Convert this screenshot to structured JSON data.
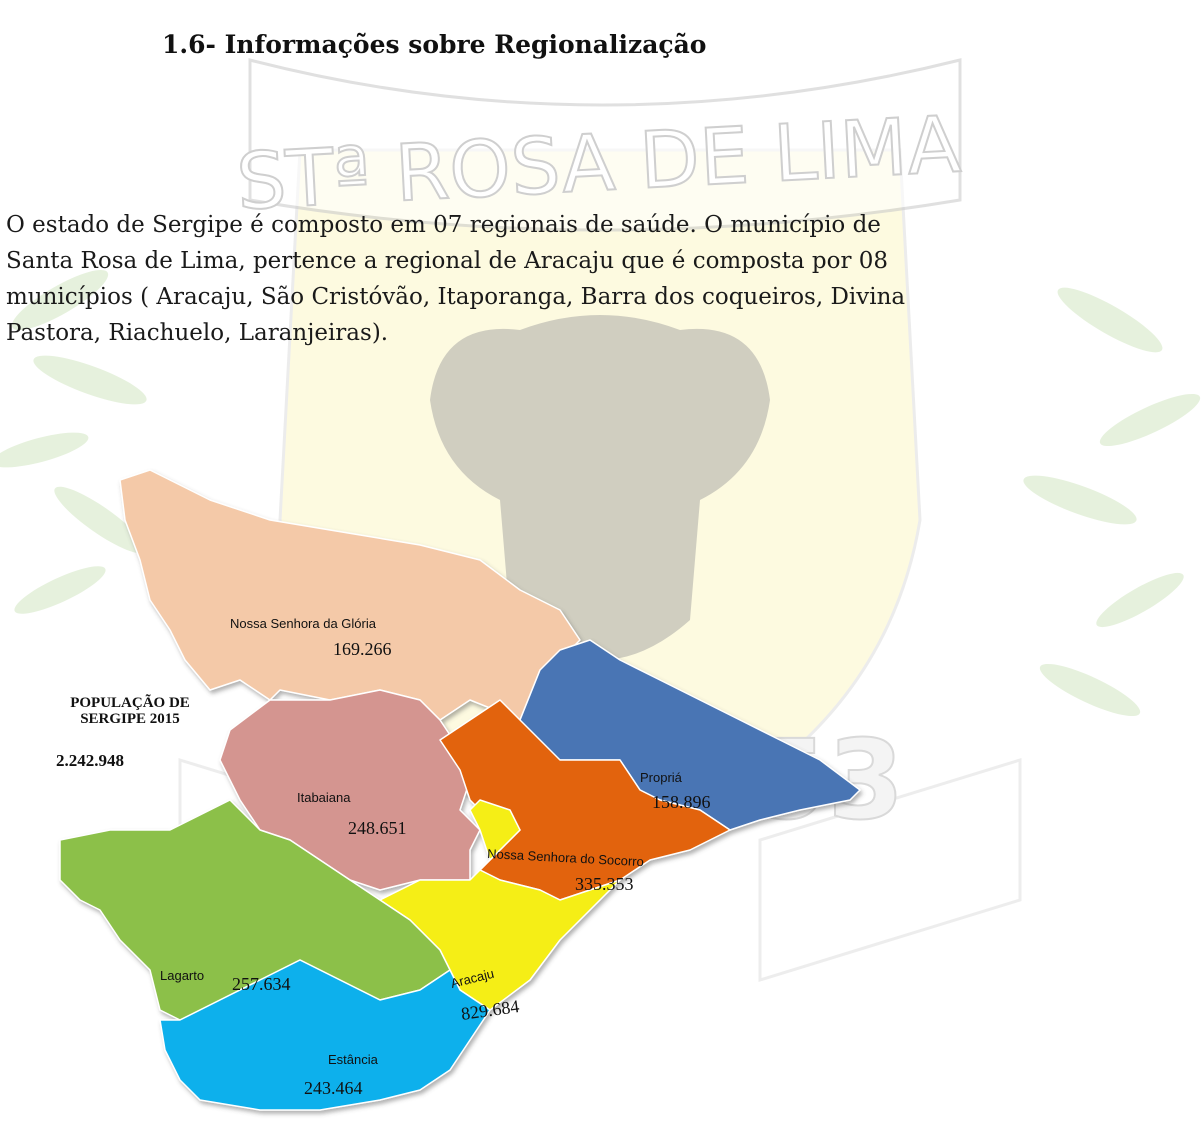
{
  "heading": "1.6- Informações sobre Regionalização",
  "paragraph_lines": [
    "O estado de Sergipe é composto em 07 regionais de saúde. O município de",
    "Santa Rosa de Lima, pertence a regional de Aracaju que é composta por 08",
    "municípios ( Aracaju, São Cristóvão, Itaporanga, Barra dos coqueiros, Divina",
    "Pastora, Riachuelo, Laranjeiras)."
  ],
  "watermark": {
    "banner_text": "STª ROSA DE LIMA",
    "year_text": "1-1953"
  },
  "population_box": {
    "title_line1": "POPULAÇÃO DE",
    "title_line2": "SERGIPE 2015",
    "value": "2.242.948"
  },
  "regions": [
    {
      "key": "gloria",
      "name": "Nossa Senhora da Glória",
      "value": "169.266",
      "color": "#f4c9a8"
    },
    {
      "key": "propria",
      "name": "Propriá",
      "value": "158.896",
      "color": "#4a74b4"
    },
    {
      "key": "itabaiana",
      "name": "Itabaiana",
      "value": "248.651",
      "color": "#d49590"
    },
    {
      "key": "socorro",
      "name": "Nossa Senhora do Socorro",
      "value": "335.353",
      "color": "#e2630a"
    },
    {
      "key": "lagarto",
      "name": "Lagarto",
      "value": "257.634",
      "color": "#8cc04a"
    },
    {
      "key": "aracaju",
      "name": "Aracaju",
      "value": "829.684",
      "color": "#f5ee12"
    },
    {
      "key": "estancia",
      "name": "Estância",
      "value": "243.464",
      "color": "#0ab0ec"
    }
  ]
}
